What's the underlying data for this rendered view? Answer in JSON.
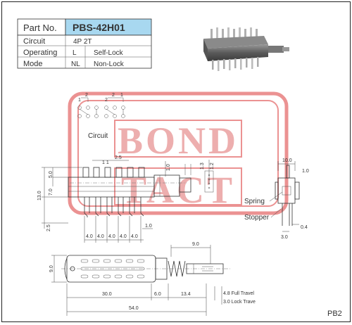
{
  "spec_table": {
    "part_no_label": "Part  No.",
    "part_no_value": "PBS-42H01",
    "rows": [
      {
        "label": "Circuit",
        "code": "4P  2T",
        "value": ""
      },
      {
        "label": "Operating",
        "code": "L",
        "value": "Self-Lock"
      },
      {
        "label": "Mode",
        "code": "NL",
        "value": "Non-Lock"
      }
    ],
    "header_color": "#a8d8f0"
  },
  "watermark": {
    "line1": "BOND",
    "line2": "TACT",
    "color": "#e88080"
  },
  "circuit": {
    "label": "Circuit",
    "top_numbers": [
      "2",
      "1",
      "2",
      "2",
      "1"
    ]
  },
  "side_view": {
    "spring_label": "Spring",
    "stopper_label": "Stopper",
    "dim_width": "10.0",
    "dim_small": "1.0",
    "dim_bottom_a": "3.0",
    "dim_bottom_b": "0.4"
  },
  "front_view": {
    "top_pitch": "2.5",
    "top_ruler": "1  1",
    "left_dims": [
      "5.0",
      "7.0",
      "13.0",
      "2.5"
    ],
    "right_dims": [
      "1.0",
      "1.3",
      "1.2"
    ],
    "pin_pitch": [
      "4.0",
      "4.0",
      "4.0",
      "4.0",
      "4.0"
    ],
    "pin_offset": "1.0"
  },
  "bottom_view": {
    "height": "9.0",
    "plunger_len": "9.0",
    "dims": [
      "30.0",
      "6.0",
      "13.4"
    ],
    "total": "54.0",
    "full_travel": "4.8  Full Travel",
    "lock_travel": "3.0  Lock Trave"
  },
  "page_code": "PB2"
}
